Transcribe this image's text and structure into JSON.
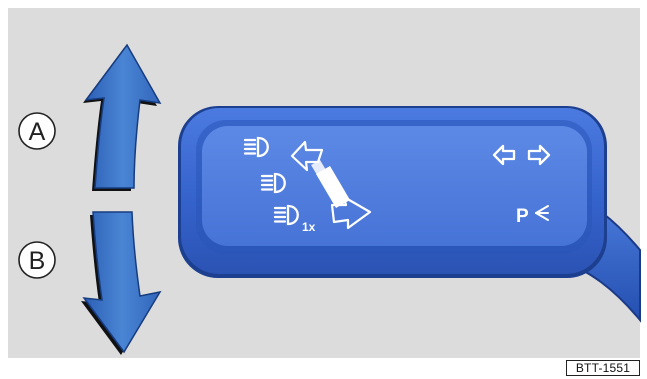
{
  "labels": {
    "a": "A",
    "b": "B",
    "one_time": "1x",
    "parking": "P",
    "figure_code": "BTT-1551"
  },
  "icons": {
    "high_beam_up": "headlight-high-beam-icon",
    "headlight_mid": "headlight-icon",
    "flash_once": "headlight-flash-icon",
    "turn_signals": "turn-signal-arrows-icon",
    "parking_light": "parking-light-icon",
    "push_direction": "push-forward-arrow-icon",
    "pull_direction": "pull-back-arrow-icon",
    "lever_up": "arrow-up-icon",
    "lever_down": "arrow-down-icon"
  },
  "colors": {
    "background": "#dcdcdc",
    "lever_blue": "#3d6fd6",
    "lever_dark": "#1d3f8f",
    "panel_blue": "#5a86e4",
    "symbol_white": "#ffffff",
    "arrow_blue": "#3b72c8"
  }
}
